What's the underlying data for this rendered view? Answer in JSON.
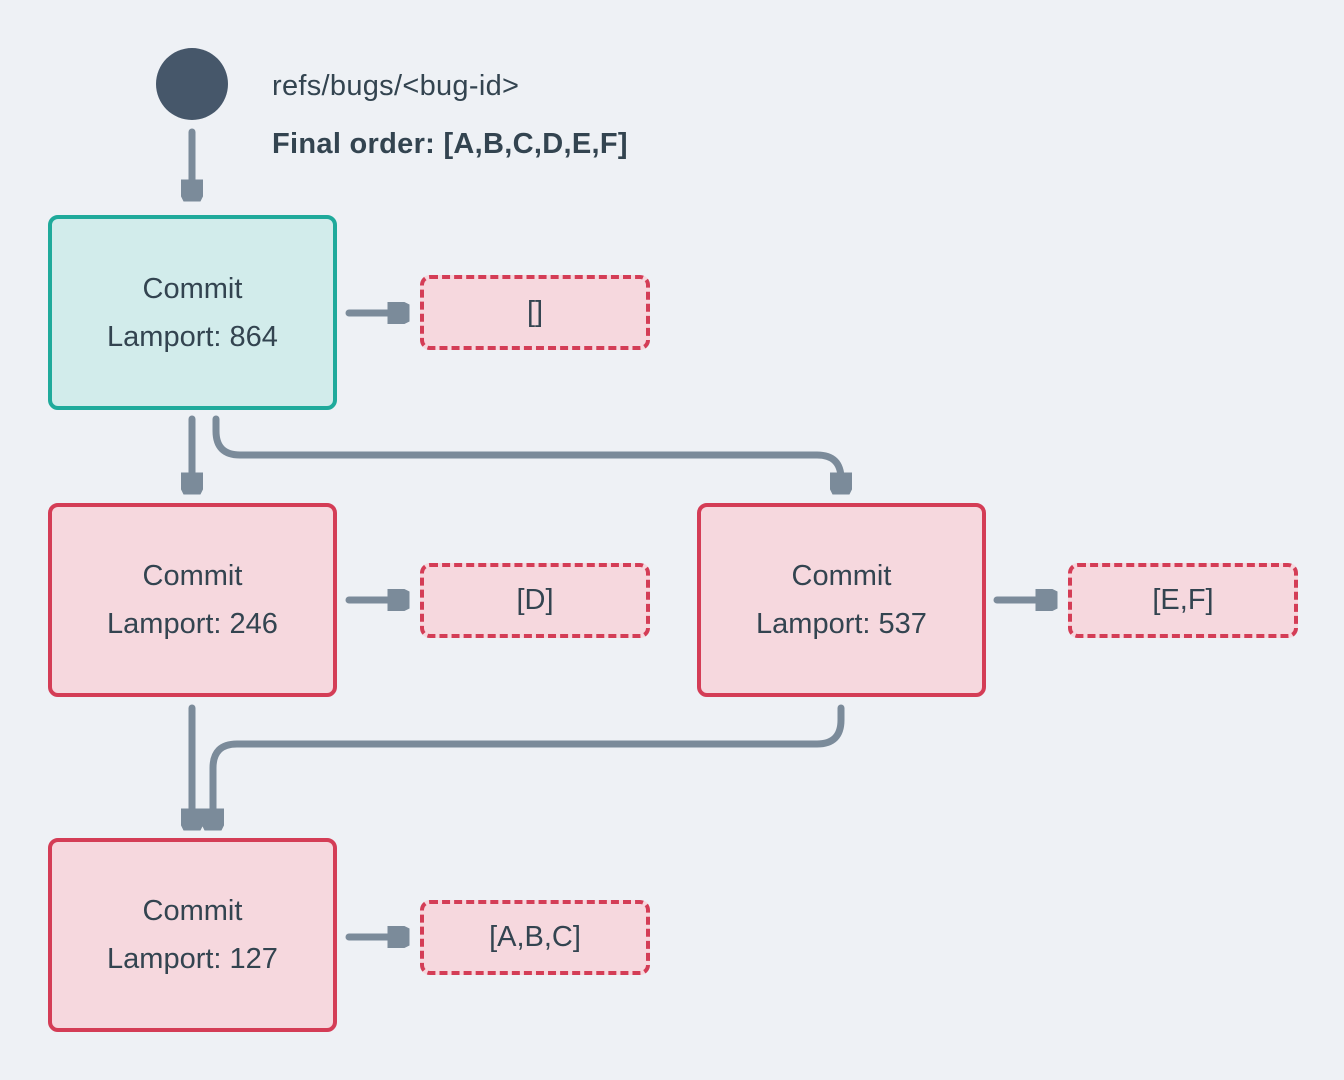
{
  "header": {
    "ref_label": "refs/bugs/<bug-id>",
    "final_order_label": "Final order: [A,B,C,D,E,F]"
  },
  "nodes": {
    "root": {
      "line1": "Commit",
      "line2": "Lamport: 864",
      "payload": "[]"
    },
    "left": {
      "line1": "Commit",
      "line2": "Lamport: 246",
      "payload": "[D]"
    },
    "right": {
      "line1": "Commit",
      "line2": "Lamport: 537",
      "payload": "[E,F]"
    },
    "merge": {
      "line1": "Commit",
      "line2": "Lamport: 127",
      "payload": "[A,B,C]"
    }
  },
  "colors": {
    "background": "#eef1f5",
    "ink": "#334450",
    "arrow": "#7b8b9a",
    "accent_teal": "#1faa9b",
    "teal_fill": "#d2eceb",
    "accent_red": "#d43d56",
    "red_fill": "#f6d8de",
    "dot": "#46576a"
  }
}
